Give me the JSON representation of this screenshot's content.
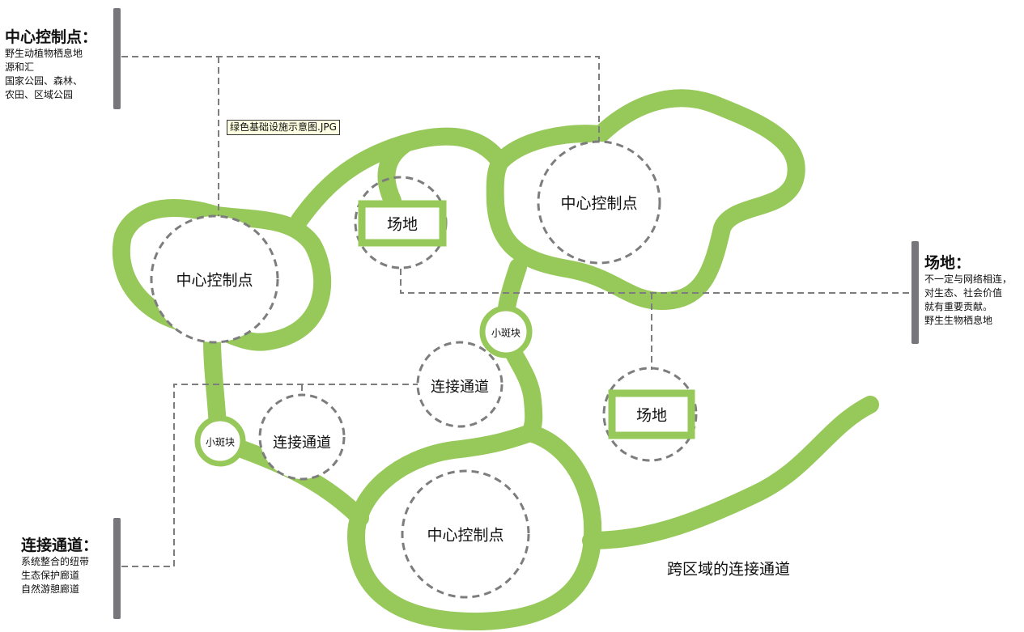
{
  "legends": {
    "center": {
      "title": "中心控制点：",
      "lines": [
        "野生动植物栖息地",
        "源和汇",
        "国家公园、森林、",
        "农田、区域公园"
      ]
    },
    "site": {
      "title": "场地：",
      "lines": [
        "不一定与网络相连，",
        "对生态、社会价值",
        "就有重要贡献。",
        "野生生物栖息地"
      ]
    },
    "corridor": {
      "title": "连接通道：",
      "lines": [
        "系统整合的纽带",
        "生态保护廊道",
        "自然游憩廊道"
      ]
    }
  },
  "tooltip": "绿色基础设施示意图.JPG",
  "nodes": {
    "hub_left": "中心控制点",
    "hub_top_right": "中心控制点",
    "hub_bottom": "中心控制点",
    "site_top": "场地",
    "site_right": "场地",
    "patch_mid": "小斑块",
    "patch_left": "小斑块",
    "link_mid": "连接通道",
    "link_left": "连接通道",
    "regional_link": "跨区域的连接通道"
  },
  "colors": {
    "green": "#97c85a",
    "dash": "#7d7d7d",
    "bar": "#77777b"
  }
}
